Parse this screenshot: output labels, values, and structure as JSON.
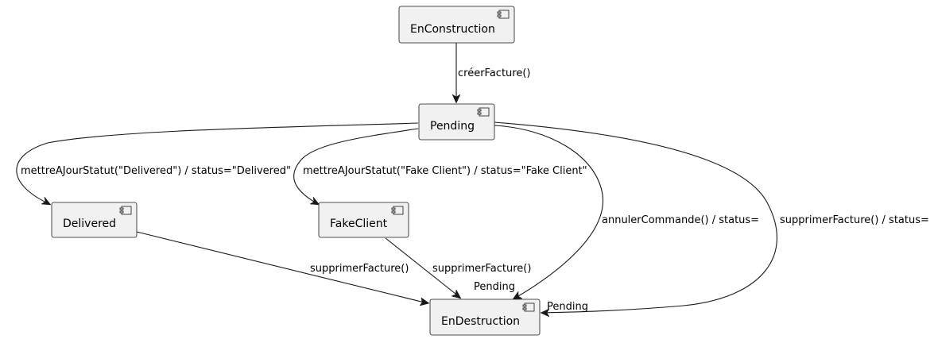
{
  "nodes": {
    "en_construction": {
      "label": "EnConstruction",
      "icon": "component-icon"
    },
    "pending": {
      "label": "Pending",
      "icon": "component-icon"
    },
    "delivered": {
      "label": "Delivered",
      "icon": "component-icon"
    },
    "fake_client": {
      "label": "FakeClient",
      "icon": "component-icon"
    },
    "en_destruction": {
      "label": "EnDestruction",
      "icon": "component-icon"
    }
  },
  "edges": {
    "creer_facture": {
      "label": "créerFacture()"
    },
    "to_delivered": {
      "label": "mettreAJourStatut(\"Delivered\") / status=\"Delivered\""
    },
    "to_fake_client": {
      "label": "mettreAJourStatut(\"Fake Client\") / status=\"Fake Client\""
    },
    "annuler_commande": {
      "label": "annulerCommande() / status=",
      "label_cont": "Pending"
    },
    "supprimer_pending": {
      "label": "supprimerFacture() / status=",
      "label_cont": "Pending"
    },
    "supprimer_delivered": {
      "label": "supprimerFacture()"
    },
    "supprimer_fake_client": {
      "label": "supprimerFacture()"
    }
  },
  "colors": {
    "node_fill": "#f1f1f1",
    "stroke": "#181818",
    "text": "#000000"
  }
}
